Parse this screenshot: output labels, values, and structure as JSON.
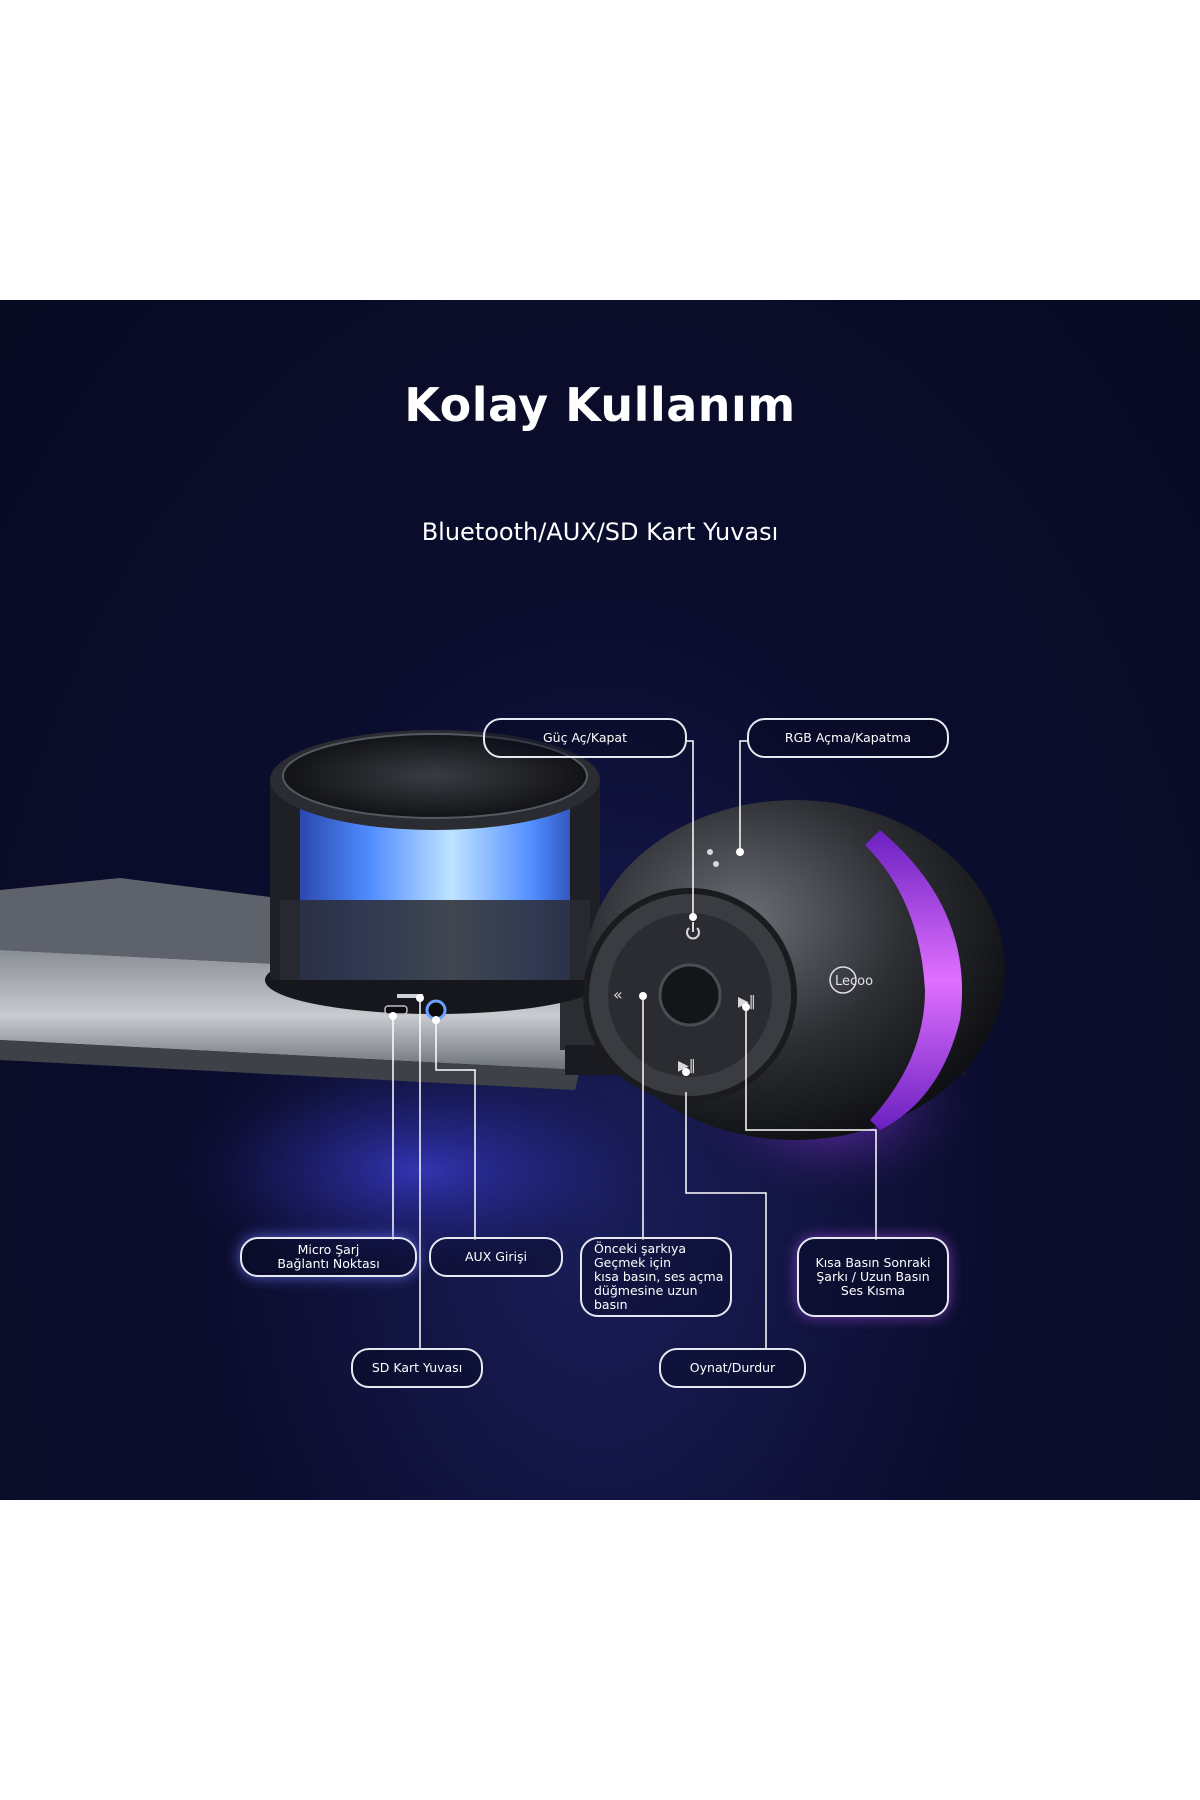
{
  "title": "Kolay Kullanım",
  "subtitle": "Bluetooth/AUX/SD Kart Yuvası",
  "brand_logo_text": "Lecoo",
  "colors": {
    "background": "#0b0d2e",
    "speaker_light_left": "#4f8cff",
    "speaker_light_right": "#c040ff",
    "callout_border": "#e6e8f2"
  },
  "callouts": {
    "power": "Güç Aç/Kapat",
    "rgb": "RGB Açma/Kapatma",
    "micro_charge": "Micro Şarj\nBağlantı Noktası",
    "aux": "AUX Girişi",
    "sd": "SD Kart Yuvası",
    "previous": "Önceki şarkıya\nGeçmek için\nkısa basın, ses açma\ndüğmesine uzun\nbasın",
    "next": "Kısa Basın Sonraki\nŞarkı / Uzun Basın\nSes Kısma",
    "play": "Oynat/Durdur"
  },
  "icons": [
    "power-icon",
    "previous-icon",
    "next-play-icon",
    "play-pause-icon"
  ]
}
